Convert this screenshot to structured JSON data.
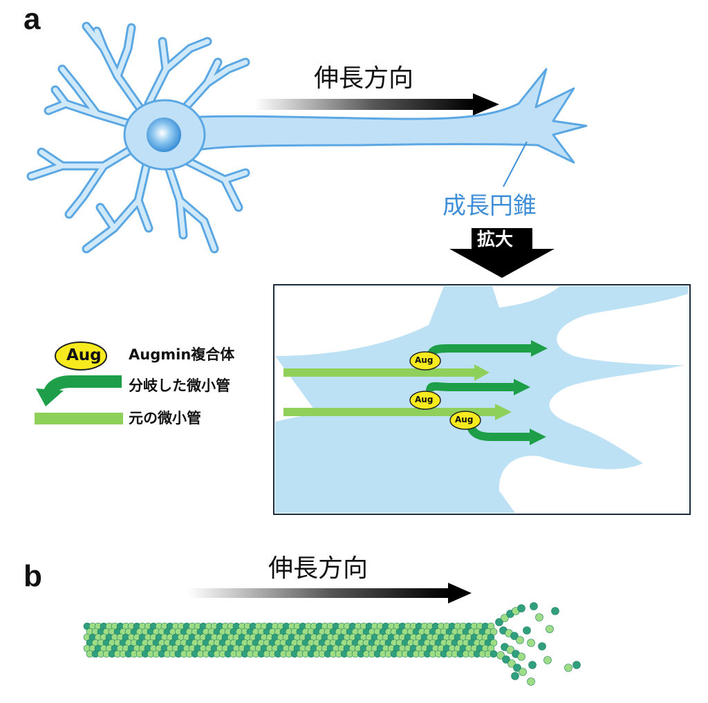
{
  "panels": {
    "a": "a",
    "b": "b"
  },
  "labels": {
    "direction_a": "伸長方向",
    "growth_cone": "成長円錐",
    "zoom": "拡大",
    "direction_b": "伸長方向"
  },
  "legend": {
    "aug_badge": "Aug",
    "augmin_complex": "Augmin複合体",
    "branched_mt": "分岐した微小管",
    "original_mt": "元の微小管"
  },
  "inset_badges": [
    "Aug",
    "Aug",
    "Aug"
  ],
  "colors": {
    "neuron_fill": "#bfe0f7",
    "neuron_stroke": "#5aa7e3",
    "label_blue": "#3f8fd8",
    "branch_green": "#1f9e4a",
    "original_green": "#8ed05a",
    "aug_yellow": "#f7ea1e",
    "inset_fill": "#bde1f4",
    "mt_dark": "#2f9f7d",
    "mt_light": "#9edc86"
  }
}
